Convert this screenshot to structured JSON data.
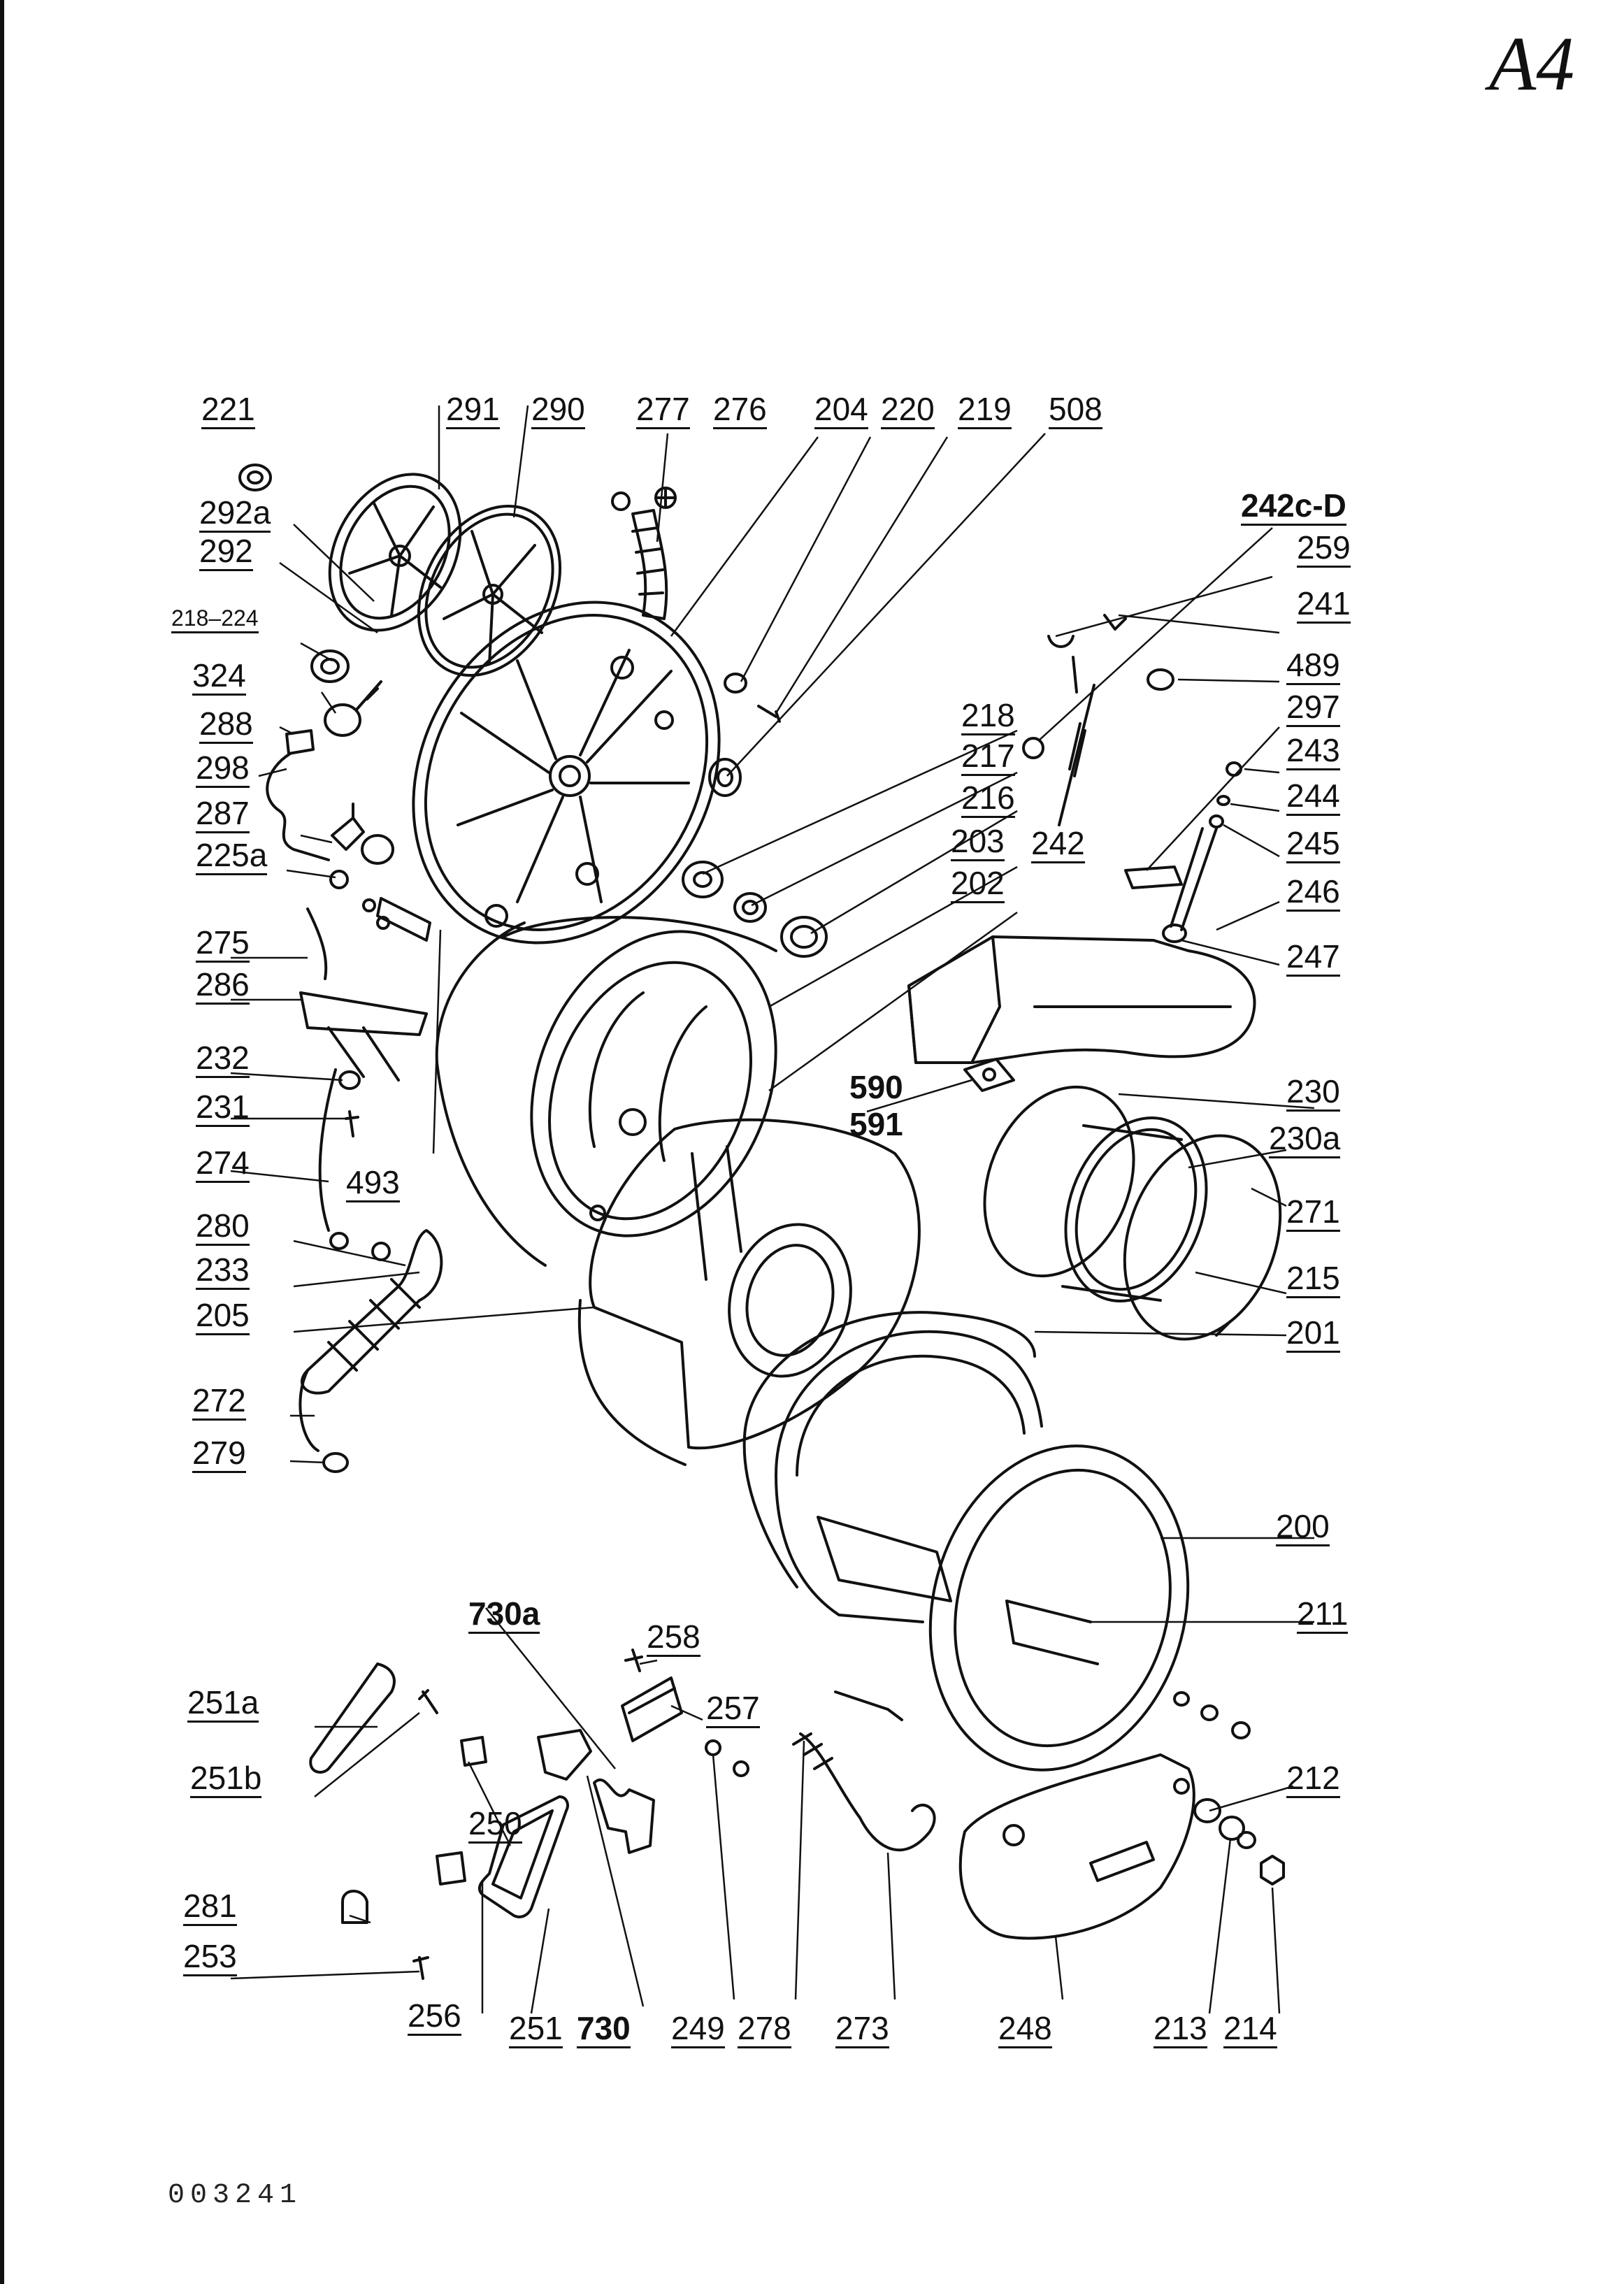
{
  "sheet_id": "A4",
  "doc_number": "003241",
  "parts": {
    "p221": "221",
    "p291": "291",
    "p290": "290",
    "p277": "277",
    "p276": "276",
    "p204": "204",
    "p220": "220",
    "p219": "219",
    "p508": "508",
    "p292a": "292a",
    "p292": "292",
    "p218_224": "218–224",
    "p324": "324",
    "p288": "288",
    "p298": "298",
    "p287": "287",
    "p225a": "225a",
    "p275": "275",
    "p286": "286",
    "p232": "232",
    "p231": "231",
    "p274": "274",
    "p493": "493",
    "p280": "280",
    "p233": "233",
    "p205": "205",
    "p272": "272",
    "p279": "279",
    "p242cd": "242c-D",
    "p259": "259",
    "p241": "241",
    "p489": "489",
    "p297": "297",
    "p218": "218",
    "p217": "217",
    "p216": "216",
    "p243": "243",
    "p244": "244",
    "p245": "245",
    "p242": "242",
    "p203": "203",
    "p202": "202",
    "p246": "246",
    "p247": "247",
    "p590": "590",
    "p591": "591",
    "p230": "230",
    "p230a": "230a",
    "p271": "271",
    "p215": "215",
    "p201": "201",
    "p200": "200",
    "p211": "211",
    "p730a": "730a",
    "p258": "258",
    "p257": "257",
    "p251a": "251a",
    "p251b": "251b",
    "p250": "250",
    "p212": "212",
    "p281": "281",
    "p253": "253",
    "p256": "256",
    "p251": "251",
    "p730": "730",
    "p249": "249",
    "p278": "278",
    "p273": "273",
    "p248": "248",
    "p213": "213",
    "p214": "214"
  }
}
